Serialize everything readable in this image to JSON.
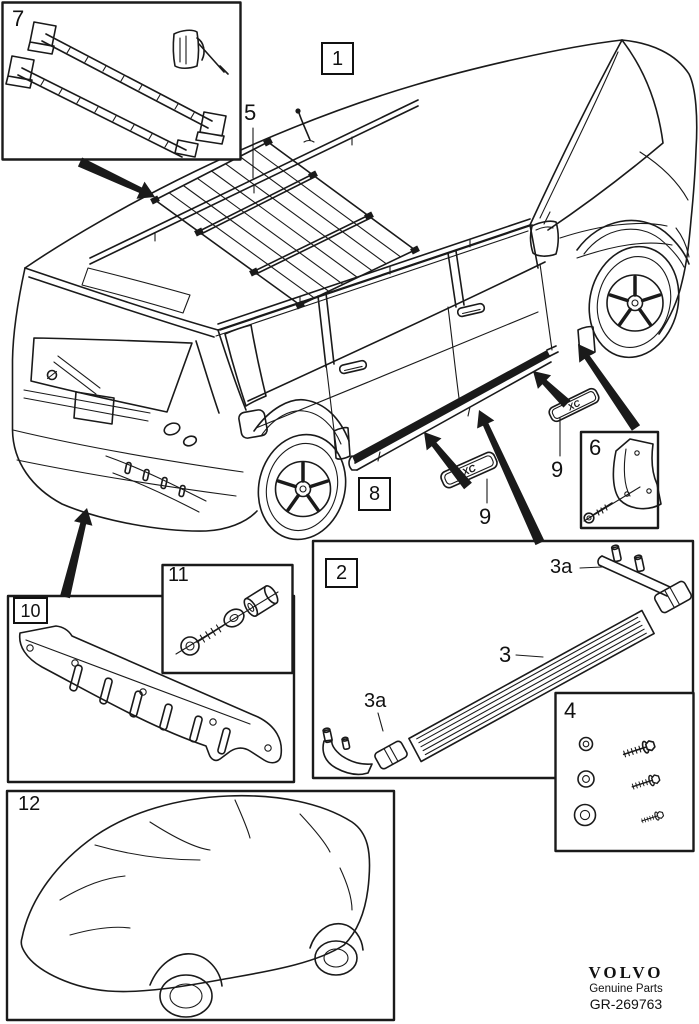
{
  "colors": {
    "ink": "#1a1a1a",
    "paper": "#ffffff"
  },
  "callouts": {
    "c1": "1",
    "c2": "2",
    "c3": "3",
    "c3a": "3a",
    "c4": "4",
    "c5": "5",
    "c6": "6",
    "c7": "7",
    "c8": "8",
    "c9": "9",
    "c10": "10",
    "c11": "11",
    "c12": "12"
  },
  "tread_plate": {
    "text": "XC"
  },
  "footer": {
    "brand": "VOLVO",
    "tagline": "Genuine Parts",
    "reference": "GR-269763"
  }
}
